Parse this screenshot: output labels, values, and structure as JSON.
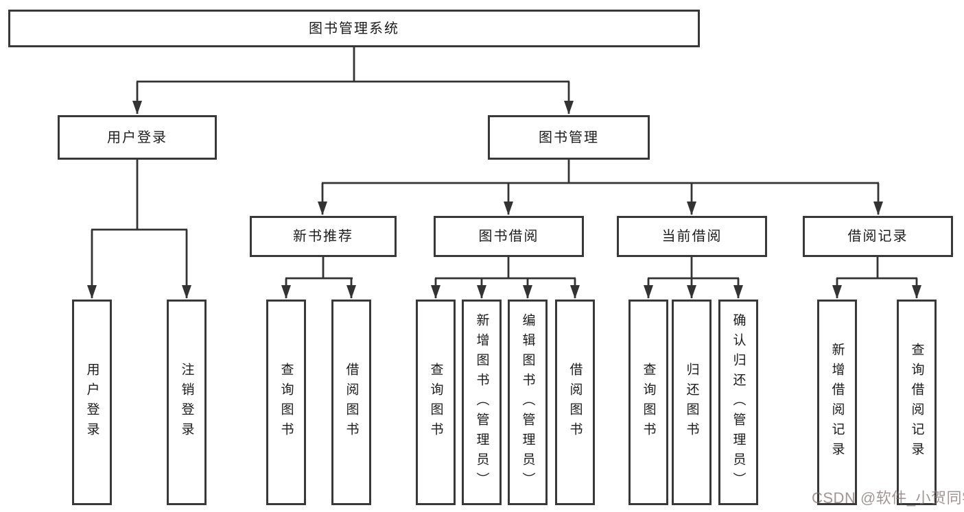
{
  "diagram": {
    "root": "图书管理系统",
    "level2": [
      "用户登录",
      "图书管理"
    ],
    "level3": [
      "新书推荐",
      "图书借阅",
      "当前借阅",
      "借阅记录"
    ],
    "leaves": [
      "用户登录",
      "注销登录",
      "查询图书",
      "借阅图书",
      "查询图书",
      "新增图书（管理员）",
      "编辑图书（管理员）",
      "借阅图书",
      "查询图书",
      "归还图书",
      "确认归还（管理员）",
      "新增借阅记录",
      "查询借阅记录"
    ]
  },
  "watermark": "CSDN @软件_小贺同学",
  "colors": {
    "line": "#333333",
    "border": "#383838",
    "text": "#1c1c1c",
    "background": "#ffffff",
    "watermark": "#7d6c6c"
  }
}
